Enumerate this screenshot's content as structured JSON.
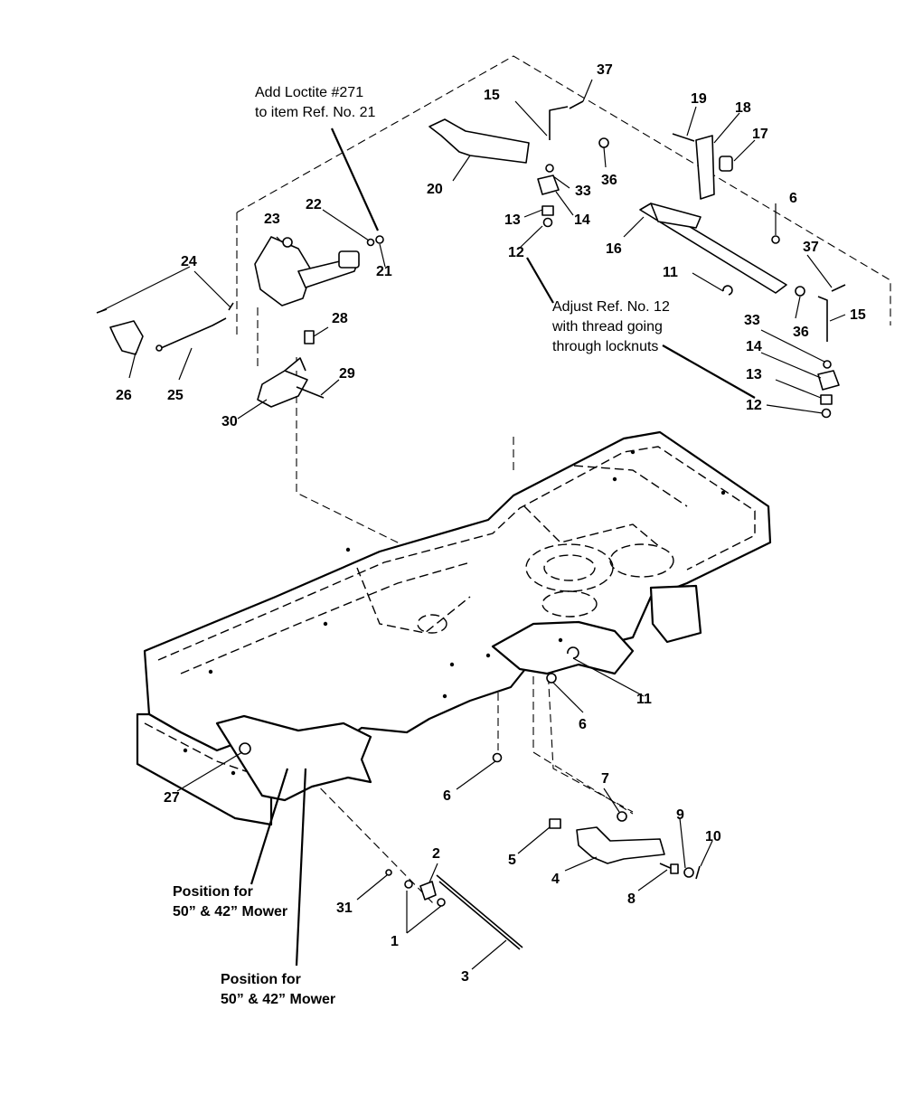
{
  "notes": {
    "loctite": [
      "Add Loctite #271",
      "to item Ref. No. 21"
    ],
    "adjust": [
      "Adjust Ref. No. 12",
      "with thread going",
      "through locknuts"
    ],
    "mower_pos_a": [
      "Position for",
      "50” & 42” Mower"
    ],
    "mower_pos_b": [
      "Position for",
      "50” & 42” Mower"
    ]
  },
  "callouts": {
    "c1": "1",
    "c2": "2",
    "c3": "3",
    "c4": "4",
    "c5": "5",
    "c6a": "6",
    "c6b": "6",
    "c6c": "6",
    "c7": "7",
    "c8": "8",
    "c9": "9",
    "c10": "10",
    "c11a": "11",
    "c11b": "11",
    "c12a": "12",
    "c12b": "12",
    "c13a": "13",
    "c13b": "13",
    "c14a": "14",
    "c14b": "14",
    "c15a": "15",
    "c15b": "15",
    "c16": "16",
    "c17": "17",
    "c18": "18",
    "c19": "19",
    "c20": "20",
    "c21": "21",
    "c22": "22",
    "c23": "23",
    "c24": "24",
    "c25": "25",
    "c26": "26",
    "c27": "27",
    "c28": "28",
    "c29": "29",
    "c30": "30",
    "c31": "31",
    "c33a": "33",
    "c33b": "33",
    "c36a": "36",
    "c36b": "36",
    "c37a": "37",
    "c37b": "37"
  }
}
